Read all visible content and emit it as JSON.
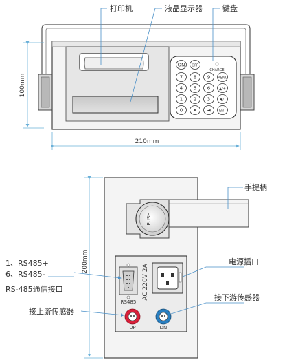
{
  "top_view": {
    "labels": {
      "printer": "打印机",
      "lcd": "液晶显示器",
      "keypad": "键盘"
    },
    "dimensions": {
      "height": "100mm",
      "width": "210mm"
    },
    "charge_label": "CHARGE",
    "keys": [
      {
        "label": "ON"
      },
      {
        "label": "OFF"
      },
      {
        "label": ""
      },
      {
        "label": "7"
      },
      {
        "label": "8"
      },
      {
        "label": "9"
      },
      {
        "label": "MENU"
      },
      {
        "label": "4"
      },
      {
        "label": "5"
      },
      {
        "label": "6"
      },
      {
        "label": "▲/+"
      },
      {
        "label": "1"
      },
      {
        "label": "2"
      },
      {
        "label": "3"
      },
      {
        "label": "▼/-"
      },
      {
        "label": "0"
      },
      {
        "label": "•"
      },
      {
        "label": "◄"
      },
      {
        "label": "ENT"
      }
    ]
  },
  "side_view": {
    "labels": {
      "handle": "手提柄",
      "rs485_plus": "1、RS485+",
      "rs485_minus": "6、RS485-",
      "rs485_port": "RS-485通信接口",
      "power_socket": "电源插口",
      "upstream_sensor": "接上游传感器",
      "downstream_sensor": "接下游传感器"
    },
    "dimensions": {
      "height": "200mm"
    },
    "push_label": "PUSH",
    "rs485_panel_label": "RS485",
    "power_rating": "AC 220V 2A",
    "up_label": "UP",
    "dn_label": "DN"
  },
  "colors": {
    "up_connector": "#d8203a",
    "dn_connector": "#2a7fc0",
    "leader_line": "#4a90c8"
  }
}
